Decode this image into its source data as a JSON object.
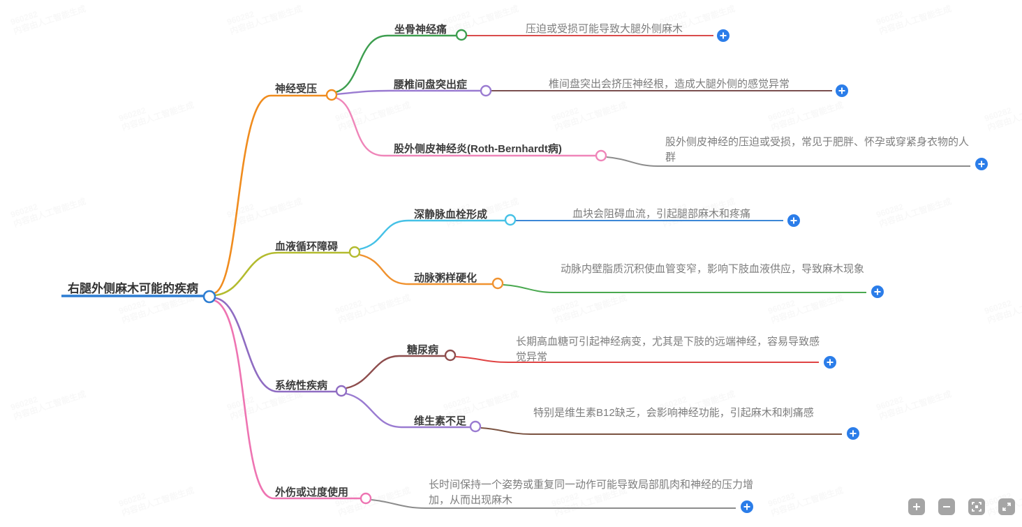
{
  "watermark": {
    "line1": "960282",
    "line2": "内容由人工智能生成"
  },
  "root": {
    "label": "右腿外侧麻木可能的疾病",
    "color": "#2d7dd2"
  },
  "branches": [
    {
      "label": "神经受压",
      "color": "#f08c1e",
      "children": [
        {
          "label": "坐骨神经痛",
          "color": "#3d9e4f",
          "detail": "压迫或受损可能导致大腿外侧麻木",
          "detail_color": "#d94b4b"
        },
        {
          "label": "腰椎间盘突出症",
          "color": "#9a7bd1",
          "detail": "椎间盘突出会挤压神经根，造成大腿外侧的感觉异常",
          "detail_color": "#7a4f4f"
        },
        {
          "label": "股外侧皮神经炎(Roth-Bernhardt病)",
          "color": "#ef85b9",
          "detail": "股外侧皮神经的压迫或受损，常见于肥胖、怀孕或穿紧身衣物的人群",
          "detail_color": "#8c8c8c"
        }
      ]
    },
    {
      "label": "血液循环障碍",
      "color": "#b3bb2e",
      "children": [
        {
          "label": "深静脉血栓形成",
          "color": "#45c1e6",
          "detail": "血块会阻碍血流，引起腿部麻木和疼痛",
          "detail_color": "#3c87d6"
        },
        {
          "label": "动脉粥样硬化",
          "color": "#f0922f",
          "detail": "动脉内壁脂质沉积使血管变窄，影响下肢血液供应，导致麻木现象",
          "detail_color": "#49a84f"
        }
      ]
    },
    {
      "label": "系统性疾病",
      "color": "#8f6cc2",
      "children": [
        {
          "label": "糖尿病",
          "color": "#8d4d4d",
          "detail": "长期高血糖可引起神经病变，尤其是下肢的远端神经，容易导致感觉异常",
          "detail_color": "#e04343"
        },
        {
          "label": "维生素不足",
          "color": "#9a7bd1",
          "detail": "特别是维生素B12缺乏，会影响神经功能，引起麻木和刺痛感",
          "detail_color": "#7a5240"
        }
      ]
    },
    {
      "label": "外伤或过度使用",
      "color": "#ee74b2",
      "detail": "长时间保持一个姿势或重复同一动作可能导致局部肌肉和神经的压力增加，从而出现麻木",
      "detail_color": "#8c8c8c",
      "children": []
    }
  ],
  "ui": {
    "add_button_color": "#2b7de9",
    "toolbar": {
      "zoom_in_glyph": "+",
      "zoom_out_glyph": "−"
    }
  }
}
